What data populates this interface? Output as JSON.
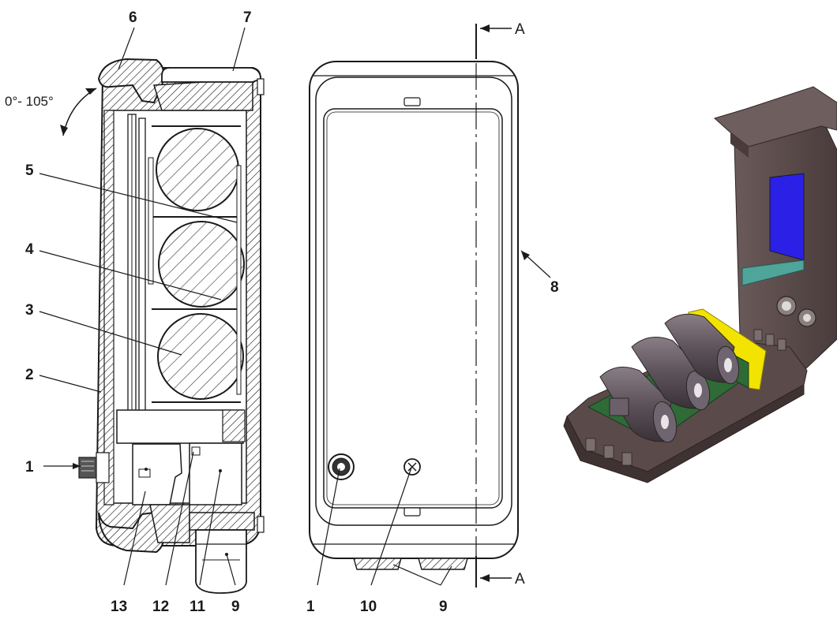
{
  "section_view": {
    "callouts": {
      "c1": "1",
      "c2": "2",
      "c3": "3",
      "c4": "4",
      "c5": "5",
      "c6": "6",
      "c7": "7",
      "c9": "9",
      "c11": "11",
      "c12": "12",
      "c13": "13"
    },
    "angle_label": "0°- 105°"
  },
  "front_view": {
    "callouts": {
      "c1": "1",
      "c8": "8",
      "c9": "9",
      "c10": "10"
    },
    "section_mark_top": "A",
    "section_mark_bottom": "A"
  },
  "colors": {
    "housing_3d": "#5a4a4a",
    "display_window": "#2a20e6",
    "pcb_green": "#2e6b36",
    "pcb_yellow": "#f2e400",
    "seal_teal": "#4fa59a",
    "line": "#1a1a1a"
  }
}
